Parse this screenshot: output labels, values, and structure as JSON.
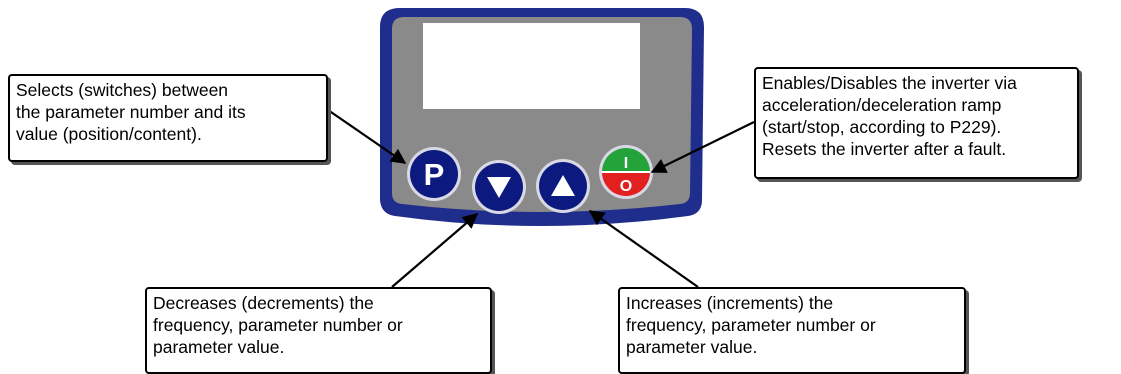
{
  "keypad": {
    "key_p_label": "P",
    "key_start_label": "I",
    "key_stop_label": "O",
    "colors": {
      "frame": "#1f2e8c",
      "panel": "#8a8a8a",
      "display": "#ffffff",
      "key": "#0c1a80",
      "start": "#23a33a",
      "stop": "#e32020"
    }
  },
  "callouts": {
    "p_key": [
      "Selects (switches) between",
      "the parameter number and its",
      "value (position/content)."
    ],
    "start_stop_key": [
      "Enables/Disables the inverter via",
      "acceleration/deceleration ramp",
      "(start/stop, according to P229).",
      "Resets the inverter after a fault."
    ],
    "down_key": [
      "Decreases (decrements) the",
      "frequency, parameter number or",
      "parameter value."
    ],
    "up_key": [
      "Increases (increments) the",
      "frequency, parameter number or",
      "parameter value."
    ]
  }
}
